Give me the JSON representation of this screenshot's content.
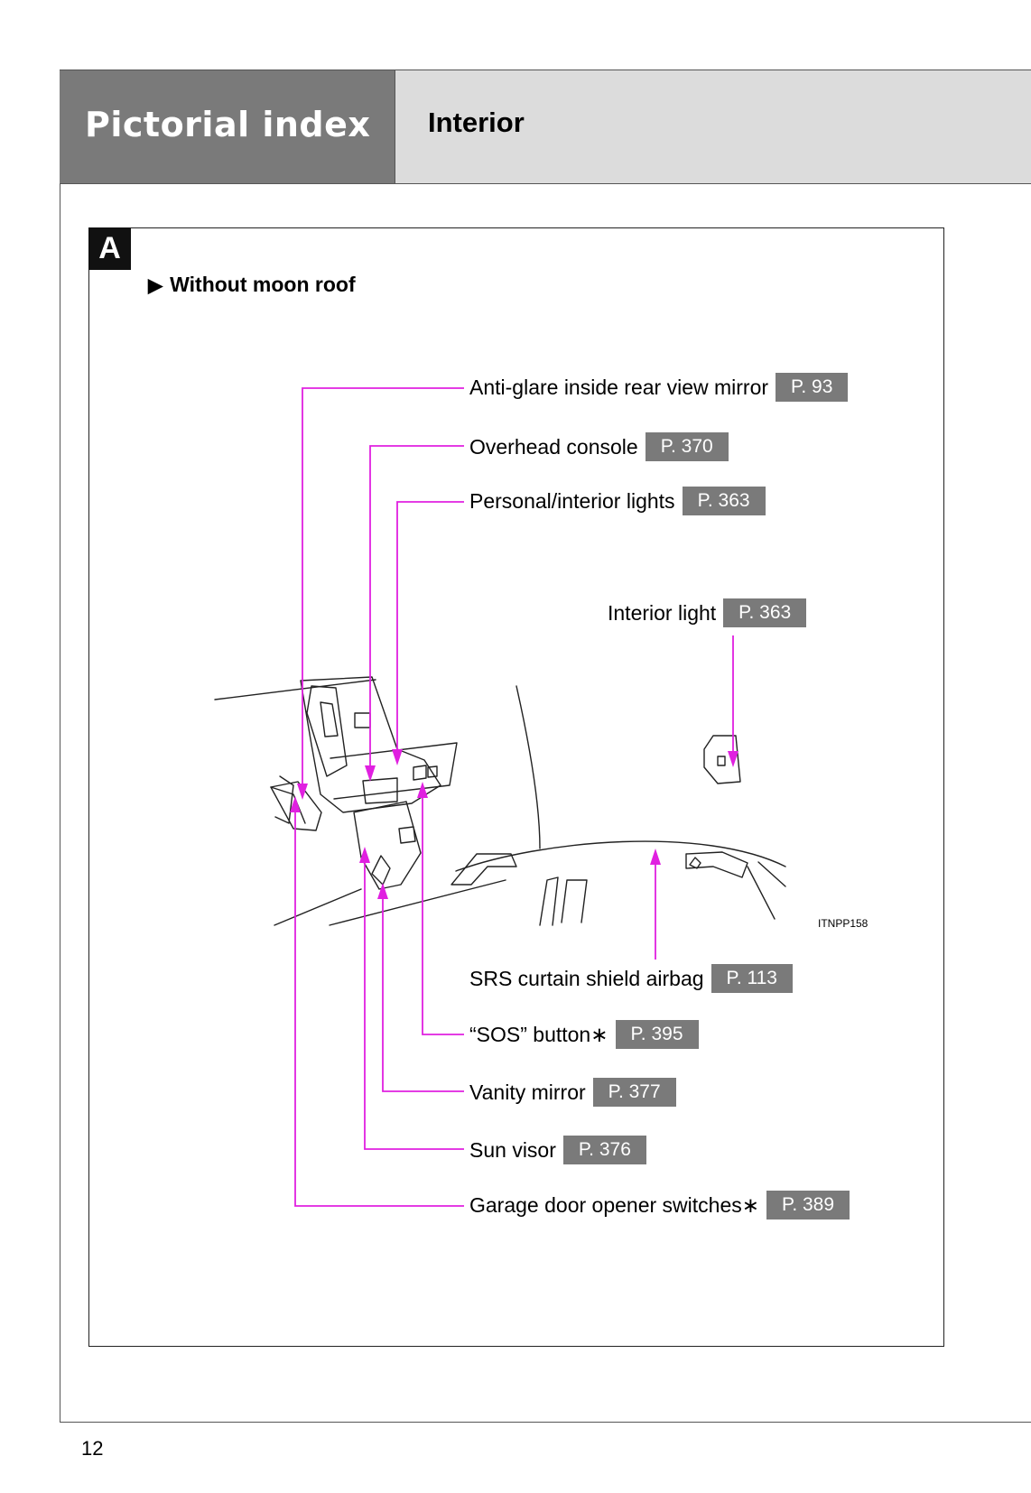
{
  "header": {
    "section": "Pictorial index",
    "subsection": "Interior"
  },
  "figure": {
    "tag": "A",
    "variant": "Without moon roof",
    "code": "ITNPP158"
  },
  "callouts": [
    {
      "label": "Anti-glare inside rear view mirror",
      "ref": "P. 93"
    },
    {
      "label": "Overhead console",
      "ref": "P. 370"
    },
    {
      "label": "Personal/interior lights",
      "ref": "P. 363"
    },
    {
      "label": "Interior light",
      "ref": "P. 363"
    },
    {
      "label": "SRS curtain shield airbag",
      "ref": "P. 113"
    },
    {
      "label": "“SOS” button∗",
      "ref": "P. 395"
    },
    {
      "label": "Vanity mirror",
      "ref": "P. 377"
    },
    {
      "label": "Sun visor",
      "ref": "P. 376"
    },
    {
      "label": "Garage door opener switches∗",
      "ref": "P. 389"
    }
  ],
  "colors": {
    "leader": "#e020e0",
    "tab_dark": "#7a7a7a",
    "tab_light": "#dcdcdc"
  },
  "page_number": "12"
}
